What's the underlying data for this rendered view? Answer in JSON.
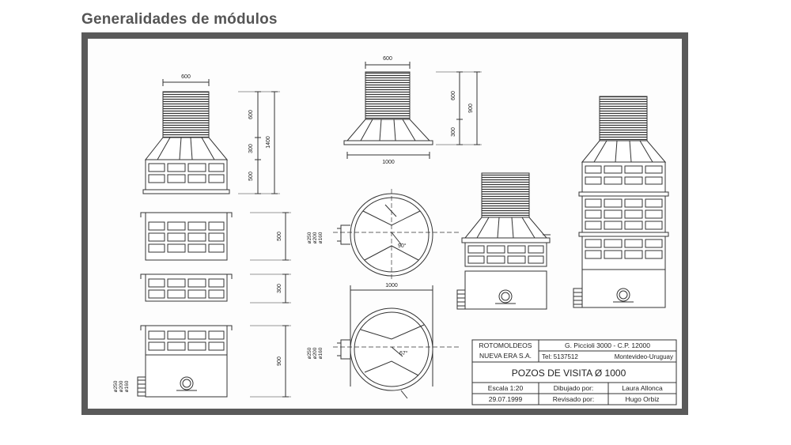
{
  "page": {
    "title": "Generalidades de módulos"
  },
  "dimensions": {
    "d600": "600",
    "d300": "300",
    "d1400": "1400",
    "d500": "500",
    "d900": "900",
    "d1000": "1000",
    "d250": "ø250",
    "d200": "ø200",
    "d160": "ø160",
    "a90": "90°",
    "a67": "67°"
  },
  "title_block": {
    "company_line1": "ROTOMOLDEOS",
    "company_line2": "NUEVA ERA S.A.",
    "address": "G. Piccioli 3000 - C.P. 12000",
    "phone": "Tel: 5137512",
    "city": "Montevideo-Uruguay",
    "drawing_title": "POZOS DE VISITA Ø 1000",
    "scale": "Escala  1:20",
    "date": "29.07.1999",
    "drawn_label": "Dibujado por:",
    "drawn_by": "Laura Allonca",
    "revised_label": "Revisado por:",
    "revised_by": "Hugo Orbiz"
  }
}
